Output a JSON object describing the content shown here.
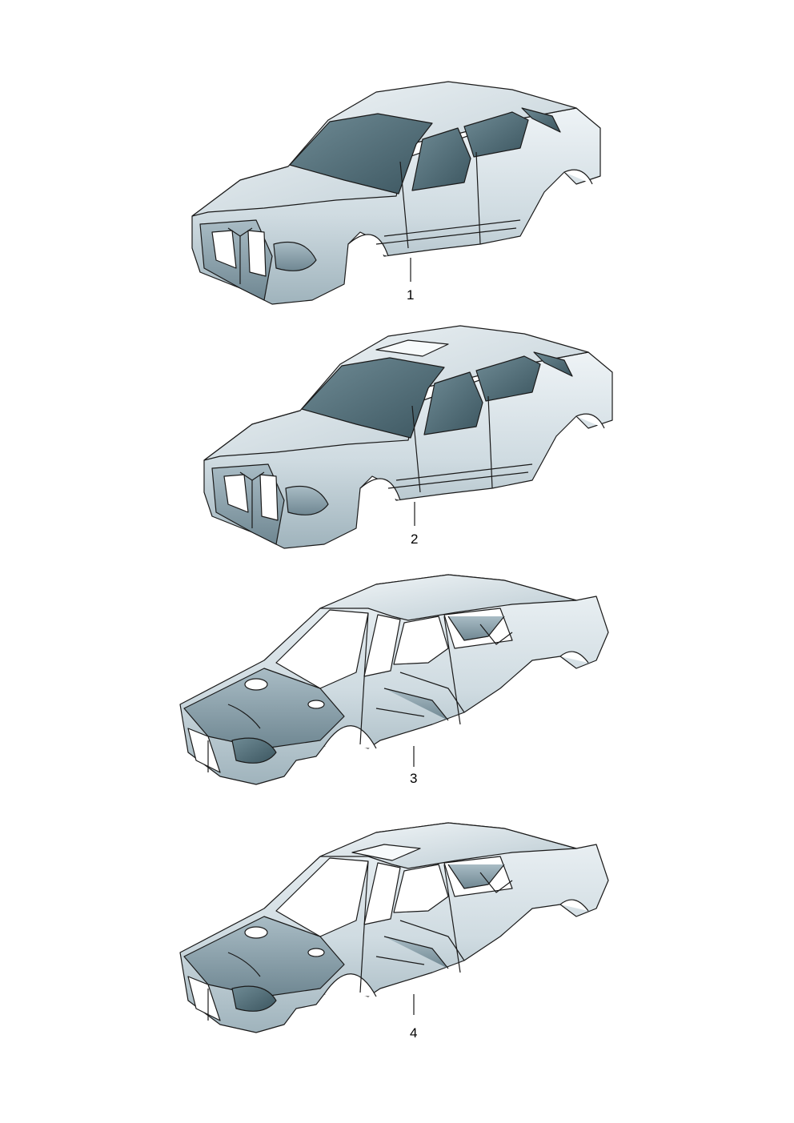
{
  "diagram": {
    "parts": [
      {
        "label": "1",
        "variant": "closed-body",
        "sunroof": false
      },
      {
        "label": "2",
        "variant": "closed-body",
        "sunroof": true
      },
      {
        "label": "3",
        "variant": "open-frame",
        "sunroof": false
      },
      {
        "label": "4",
        "variant": "open-frame",
        "sunroof": true
      }
    ]
  },
  "colors": {
    "body_light": "#e2ebf0",
    "body_mid": "#c3d2da",
    "body_dark": "#8fa6b1",
    "glass": "#4e6a74",
    "outline": "#1a1a1a"
  }
}
